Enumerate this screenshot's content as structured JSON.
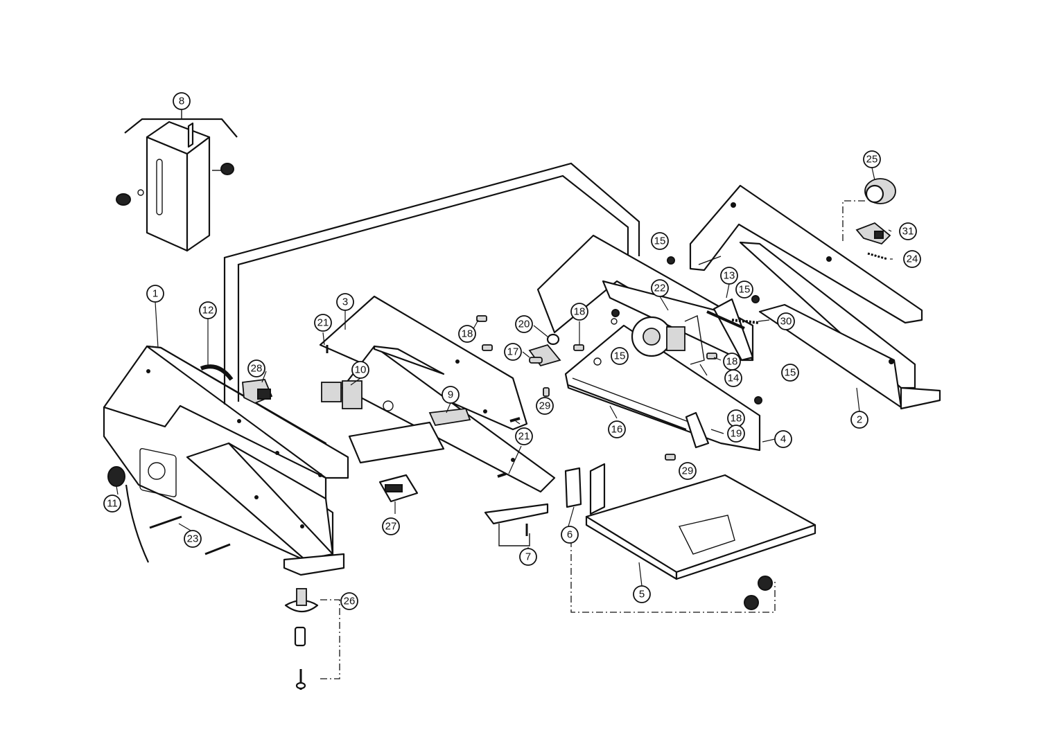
{
  "callouts": [
    {
      "id": "callout-1",
      "label": "1"
    },
    {
      "id": "callout-2",
      "label": "2"
    },
    {
      "id": "callout-3",
      "label": "3"
    },
    {
      "id": "callout-4",
      "label": "4"
    },
    {
      "id": "callout-5",
      "label": "5"
    },
    {
      "id": "callout-6",
      "label": "6"
    },
    {
      "id": "callout-7",
      "label": "7"
    },
    {
      "id": "callout-8",
      "label": "8"
    },
    {
      "id": "callout-9",
      "label": "9"
    },
    {
      "id": "callout-10",
      "label": "10"
    },
    {
      "id": "callout-11",
      "label": "11"
    },
    {
      "id": "callout-12",
      "label": "12"
    },
    {
      "id": "callout-13",
      "label": "13"
    },
    {
      "id": "callout-14",
      "label": "14"
    },
    {
      "id": "callout-15a",
      "label": "15"
    },
    {
      "id": "callout-15b",
      "label": "15"
    },
    {
      "id": "callout-15c",
      "label": "15"
    },
    {
      "id": "callout-15d",
      "label": "15"
    },
    {
      "id": "callout-16",
      "label": "16"
    },
    {
      "id": "callout-17",
      "label": "17"
    },
    {
      "id": "callout-18a",
      "label": "18"
    },
    {
      "id": "callout-18b",
      "label": "18"
    },
    {
      "id": "callout-18c",
      "label": "18"
    },
    {
      "id": "callout-18d",
      "label": "18"
    },
    {
      "id": "callout-19",
      "label": "19"
    },
    {
      "id": "callout-20",
      "label": "20"
    },
    {
      "id": "callout-21a",
      "label": "21"
    },
    {
      "id": "callout-21b",
      "label": "21"
    },
    {
      "id": "callout-22",
      "label": "22"
    },
    {
      "id": "callout-23",
      "label": "23"
    },
    {
      "id": "callout-24",
      "label": "24"
    },
    {
      "id": "callout-25",
      "label": "25"
    },
    {
      "id": "callout-26",
      "label": "26"
    },
    {
      "id": "callout-27",
      "label": "27"
    },
    {
      "id": "callout-28",
      "label": "28"
    },
    {
      "id": "callout-29a",
      "label": "29"
    },
    {
      "id": "callout-29b",
      "label": "29"
    },
    {
      "id": "callout-30",
      "label": "30"
    },
    {
      "id": "callout-31",
      "label": "31"
    }
  ]
}
